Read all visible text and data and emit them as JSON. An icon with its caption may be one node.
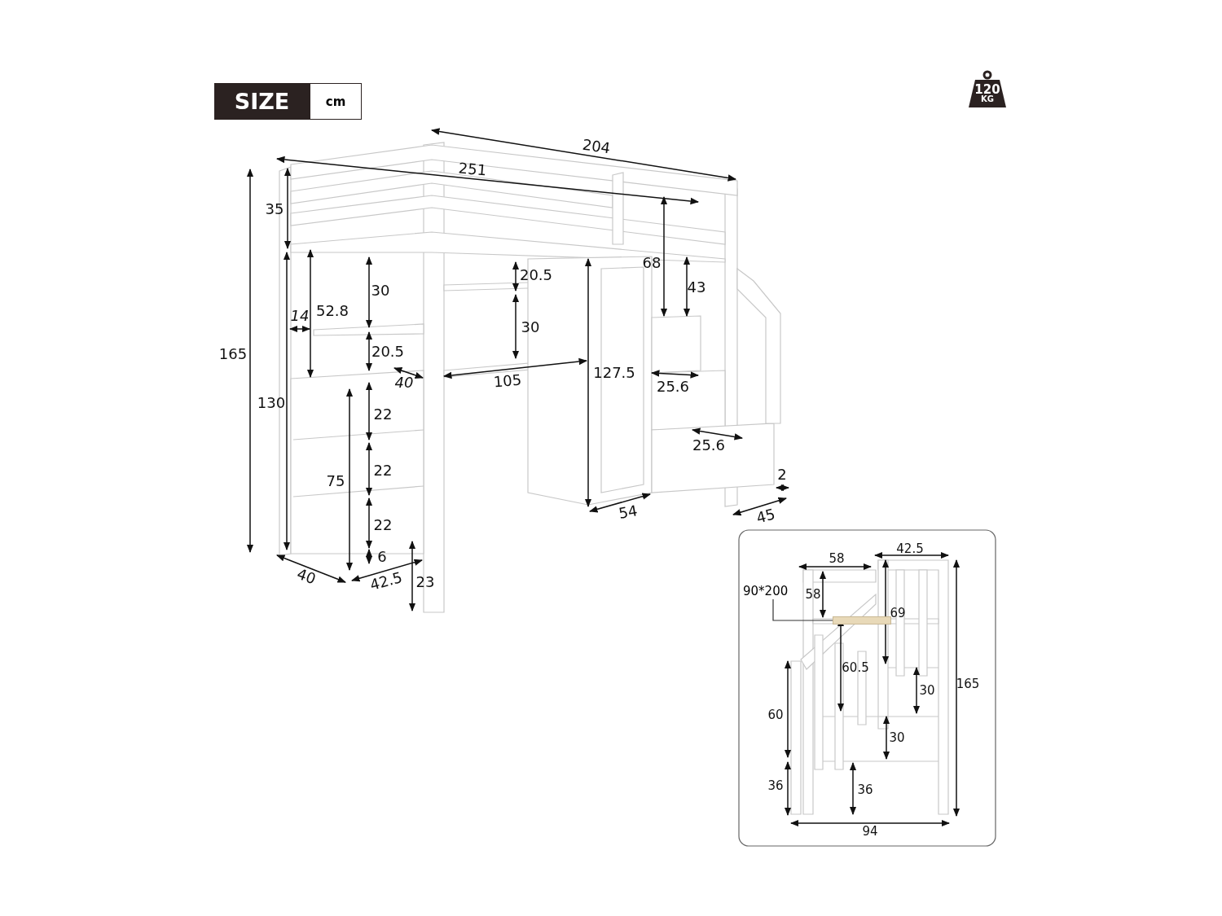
{
  "diagram": {
    "nodes": [
      {
        "text": [
          "90*200"
        ]
      },
      {
        "text": [],
        "shape": "box"
      }
    ],
    "edges": [
      {
        "from": 0,
        "to": 1,
        "arrow": "none"
      }
    ],
    "labels": [
      "SIZE",
      "cm",
      "120",
      "KG",
      "204",
      "251",
      "35",
      "68",
      "30",
      "20.5",
      "43",
      "52.8",
      "14",
      "30",
      "165",
      "20.5",
      "127.5",
      "40",
      "105",
      "25.6",
      "130",
      "22",
      "25.6",
      "22",
      "2",
      "75",
      "54",
      "45",
      "22",
      "6",
      "40",
      "42.5",
      "23",
      "58",
      "42.5",
      "58",
      "69",
      "60.5",
      "165",
      "30",
      "60",
      "30",
      "36",
      "36",
      "94"
    ]
  }
}
